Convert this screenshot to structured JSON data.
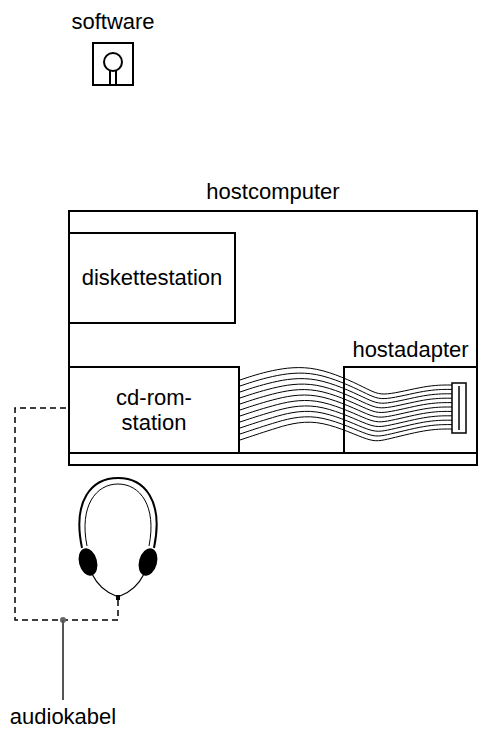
{
  "diagram": {
    "nodes": [
      {
        "text": [
          "software"
        ]
      },
      {
        "text": [
          "hostcomputer"
        ]
      },
      {
        "text": [
          "diskettestation"
        ],
        "in": 1
      },
      {
        "text": [
          "cd-rom- station"
        ],
        "in": 1
      },
      {
        "text": [
          "hostadapter"
        ],
        "in": 1
      }
    ],
    "edges": [
      {
        "from": 3,
        "to": 4,
        "arrow": "none"
      }
    ],
    "labels": [
      "audiokabel"
    ]
  }
}
